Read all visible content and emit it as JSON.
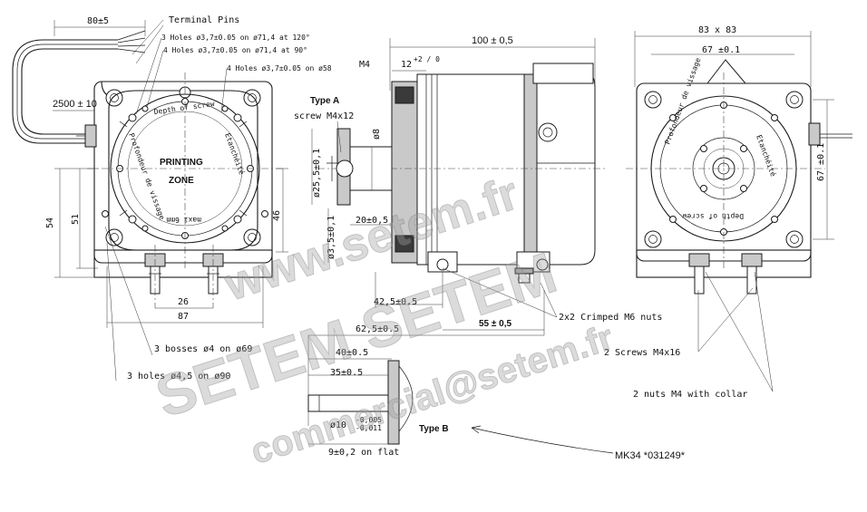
{
  "labels": {
    "terminal_pins": "Terminal Pins",
    "dim_80": "80±5",
    "holes_120": "3 Holes ø3,7±0.05 on ø71,4 at 120°",
    "holes_90": "4 Holes ø3,7±0.05 on ø71,4 at 90°",
    "holes_58": "4 Holes ø3,7±0.05 on ø58",
    "dim_2500": "2500 ± 10",
    "depth_of_screw": "Depth of screw",
    "printing": "PRINTING",
    "zone": "ZONE",
    "etanchéité": "Etanchéité",
    "profondeur": "Profondeur de vissage",
    "maxi": "maxi 6mm",
    "dim_54": "54",
    "dim_51": "51",
    "dim_46": "46",
    "dim_26": "26",
    "dim_87": "87",
    "bosses": "3 bosses ø4 on ø69",
    "holes_4_5": "3 holes ø4,5 on ø90",
    "type_a": "Type A",
    "screw_m4x12": "screw M4x12",
    "dim_m4": "M4",
    "dim_12": "12",
    "dim_12_tol": "+2 / 0",
    "dim_100": "100 ± 0,5",
    "dim_8": "ø8",
    "dim_25_5": "ø25,5±0,1",
    "dim_20": "20±0,5",
    "dim_3_5": "ø3,5±0,1",
    "dim_42_5": "42,5±0.5",
    "crimped": "2x2 Crimped M6 nuts",
    "dim_62_5": "62,5±0.5",
    "dim_55": "55 ± 0,5",
    "dim_40": "40±0.5",
    "dim_35": "35±0.5",
    "dim_10": "ø10",
    "dim_10_tol_a": "-0,005",
    "dim_10_tol_b": "-0,011",
    "dim_9": "9±0,2 on flat",
    "type_b": "Type B",
    "mk34": "MK34 *031249*",
    "dim_83": "83 x 83",
    "dim_67_top": "67 ±0.1",
    "dim_67_side": "67 ±0.1",
    "screws_m4x16": "2 Screws M4x16",
    "nuts_m4": "2 nuts M4 with collar",
    "watermark_1": "www.setem.fr",
    "watermark_2": "SETEM SETEM",
    "watermark_3": "commercial@setem.fr"
  }
}
